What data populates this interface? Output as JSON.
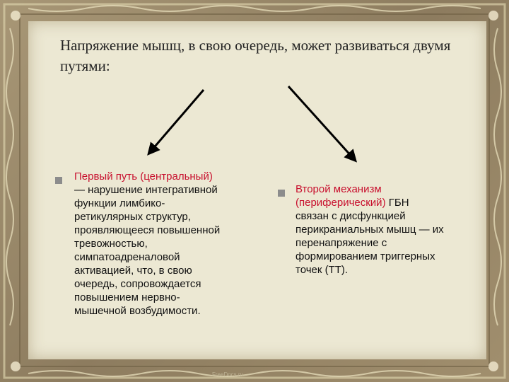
{
  "slide": {
    "title": "Напряжение мышц, в свою очередь, может развиваться двумя путями:",
    "left": {
      "heading": "Первый путь (центральный)",
      "body": "— нарушение интегративной\nфункции лимбико-\nретикулярных структур,\nпроявляющееся повышенной\nтревожностью,\nсимпатоадреналовой\nактивацией, что, в свою\nочередь, сопровождается\nповышением нервно-\nмышечной возбудимости."
    },
    "right": {
      "heading": "Второй механизм\n(периферический)",
      "body": " ГБН\nсвязан с дисфункцией\nперикраниальных мышц — их\nперенапряжение с\nформированием триггерных\nточек (ТТ)."
    },
    "footer": "FreeDocs.ru"
  },
  "colors": {
    "heading_accent": "#c8102e",
    "panel": "#ece8d3",
    "frame": "#8c7d63"
  }
}
